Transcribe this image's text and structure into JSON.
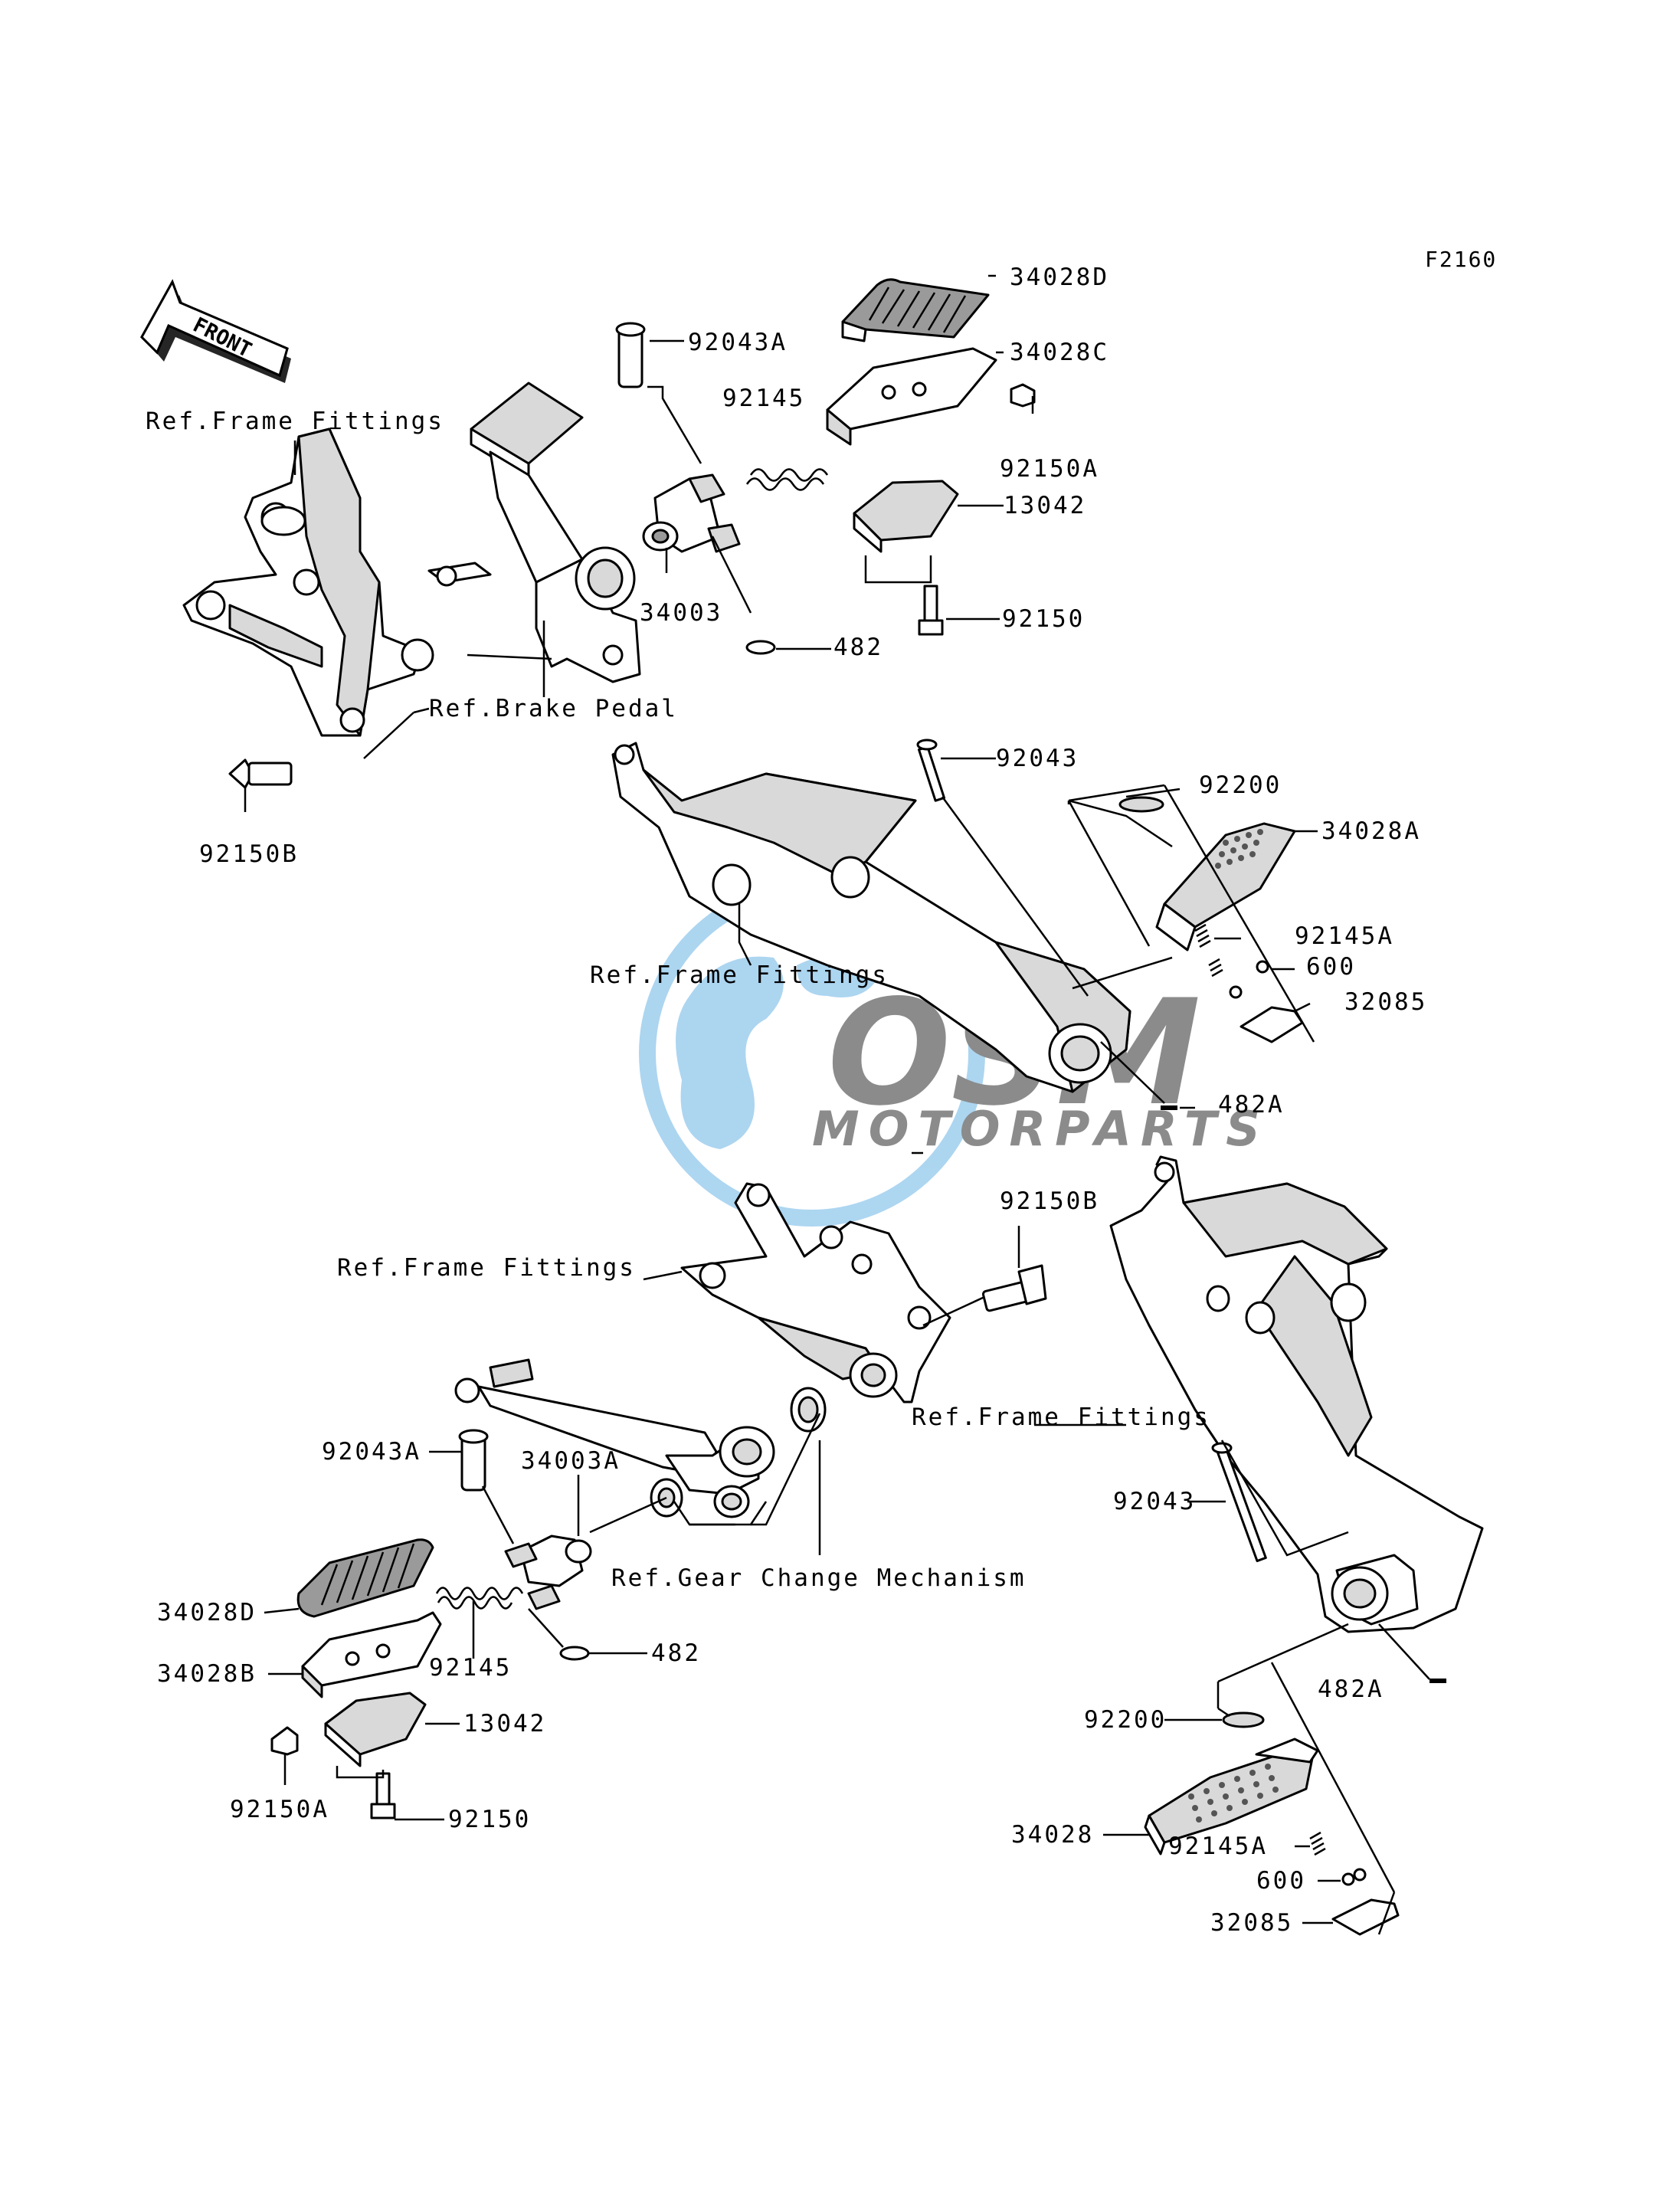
{
  "figure_code": "F2160",
  "front_label": "FRONT",
  "watermark": {
    "brand": "OSM",
    "sub": "MOTORPARTS",
    "color": "#4aa3df",
    "gray": "#9e9e9e"
  },
  "references": {
    "frame_fittings_1": "Ref.Frame Fittings",
    "brake_pedal": "Ref.Brake Pedal",
    "frame_fittings_2": "Ref.Frame Fittings",
    "frame_fittings_3": "Ref.Frame Fittings",
    "frame_fittings_4": "Ref.Frame Fittings",
    "gear_change": "Ref.Gear Change Mechanism"
  },
  "parts": [
    "34028D",
    "92043A",
    "34028C",
    "92145",
    "92150A",
    "13042",
    "34003",
    "482",
    "92150",
    "92150B",
    "92043",
    "92200",
    "34028A",
    "92145A",
    "600",
    "32085",
    "482A",
    "92150B",
    "92043A",
    "34003A",
    "34028D",
    "92145",
    "482",
    "34028B",
    "13042",
    "92150A",
    "92150",
    "92043",
    "482A",
    "92200",
    "34028",
    "92145A",
    "600",
    "32085"
  ]
}
